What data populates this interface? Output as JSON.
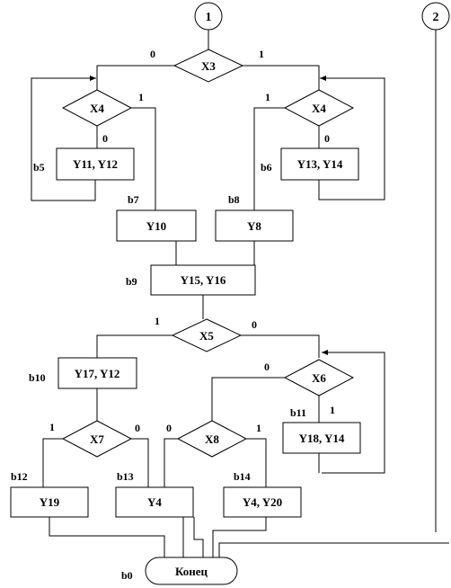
{
  "connectors": {
    "c1": "1",
    "c2": "2"
  },
  "conditions": {
    "x3": "X3",
    "x4_left": "X4",
    "x4_right": "X4",
    "x5": "X5",
    "x6": "X6",
    "x7": "X7",
    "x8": "X8"
  },
  "operators": {
    "y11_y12": "Y11, Y12",
    "y13_y14": "Y13, Y14",
    "y10": "Y10",
    "y8": "Y8",
    "y15_y16": "Y15, Y16",
    "y17_y12": "Y17, Y12",
    "y18_y14": "Y18, Y14",
    "y19": "Y19",
    "y4": "Y4",
    "y4_y20": "Y4, Y20",
    "end": "Конец"
  },
  "branch_labels": {
    "x3_no": "0",
    "x3_yes": "1",
    "x4l_yes": "1",
    "x4l_no": "0",
    "x4r_yes": "1",
    "x4r_no": "0",
    "x5_yes": "1",
    "x5_no": "0",
    "x6_no": "0",
    "x6_yes": "1",
    "x7_yes": "1",
    "x7_no": "0",
    "x8_no": "0",
    "x8_yes": "1"
  },
  "block_labels": {
    "b5": "b5",
    "b6": "b6",
    "b7": "b7",
    "b8": "b8",
    "b9": "b9",
    "b10": "b10",
    "b11": "b11",
    "b12": "b12",
    "b13": "b13",
    "b14": "b14",
    "b0": "b0"
  }
}
